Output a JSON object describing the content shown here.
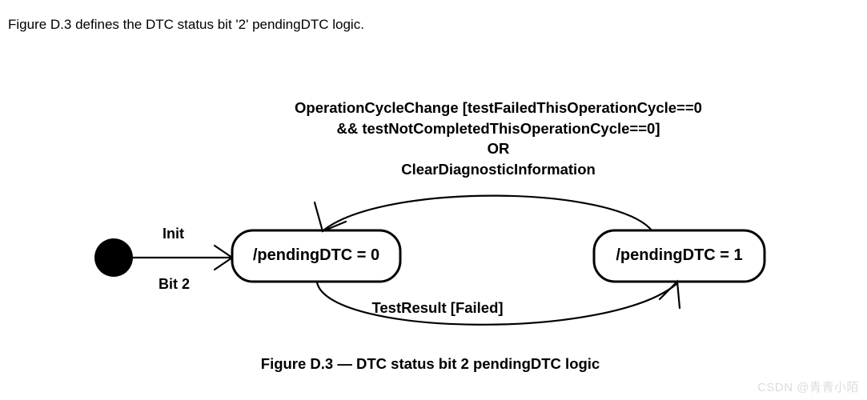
{
  "page": {
    "intro_text": "Figure D.3 defines the DTC status bit '2' pendingDTC logic.",
    "background_color": "#ffffff",
    "ink_color": "#000000"
  },
  "diagram": {
    "type": "uml-state-machine",
    "initial_state": {
      "name": "initial-pseudostate",
      "shape": "filled-circle"
    },
    "states": [
      {
        "id": "state-pending-0",
        "label": "/pendingDTC = 0",
        "shape": "rounded-rectangle"
      },
      {
        "id": "state-pending-1",
        "label": "/pendingDTC = 1",
        "shape": "rounded-rectangle"
      }
    ],
    "transitions": [
      {
        "id": "transition-init",
        "from": "initial-pseudostate",
        "to": "state-pending-0",
        "label_above": "Init",
        "label_below": "Bit 2"
      },
      {
        "id": "transition-reset",
        "from": "state-pending-1",
        "to": "state-pending-0",
        "label_lines": [
          "OperationCycleChange [testFailedThisOperationCycle==0",
          "&& testNotCompletedThisOperationCycle==0]",
          "OR",
          "ClearDiagnosticInformation"
        ]
      },
      {
        "id": "transition-fail",
        "from": "state-pending-0",
        "to": "state-pending-1",
        "label": "TestResult [Failed]"
      }
    ],
    "caption": "Figure D.3 — DTC status bit 2 pendingDTC logic"
  },
  "watermark": {
    "text": "CSDN @青青小陌",
    "color": "#dcdcdc"
  }
}
